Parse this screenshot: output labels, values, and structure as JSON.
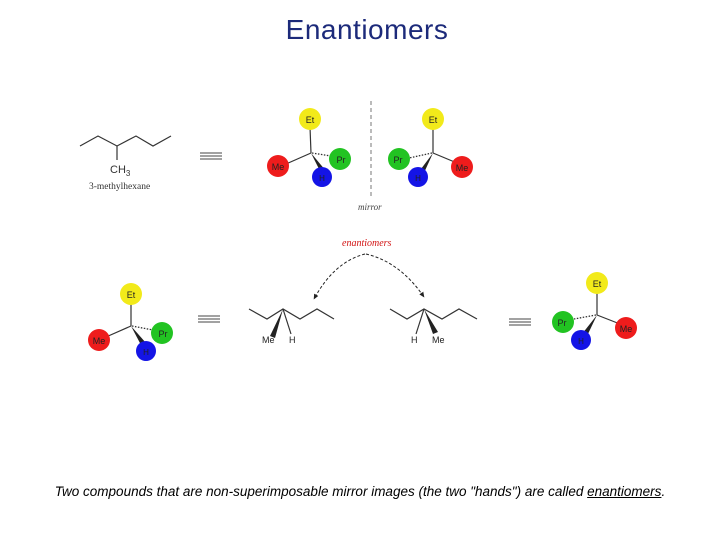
{
  "title": "Enantiomers",
  "skeletal_label": "3-methylhexane",
  "ch3_label": "CH",
  "ch3_sub": "3",
  "mirror_label": "mirror",
  "enantiomers_label": "enantiomers",
  "atoms": {
    "et": "Et",
    "me": "Me",
    "pr": "Pr",
    "h": "H"
  },
  "colors": {
    "title": "#1c2a7a",
    "et": "#f2ea1a",
    "me": "#ee1c1c",
    "pr": "#22c322",
    "h": "#1414e6",
    "annotation": "#d21414"
  },
  "caption": {
    "text": "Two compounds that are non-superimposable mirror images (the two \"hands\") are called ",
    "term": "enantiomers",
    "end": "."
  }
}
